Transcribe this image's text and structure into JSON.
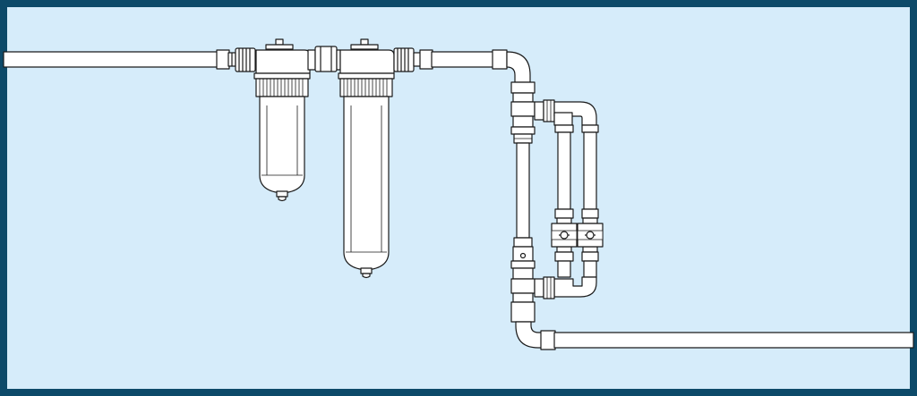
{
  "diagram": {
    "colors": {
      "frame": "#0d4a69",
      "water_background": "#d6ecfa",
      "pipe_fill": "#ffffff",
      "outline": "#1a1a1a"
    },
    "components": [
      "inlet-pipe",
      "sediment-filter-housing",
      "cartridge-filter-housing",
      "elbow-fitting",
      "bypass-loop",
      "ball-valve",
      "outlet-pipe"
    ]
  }
}
